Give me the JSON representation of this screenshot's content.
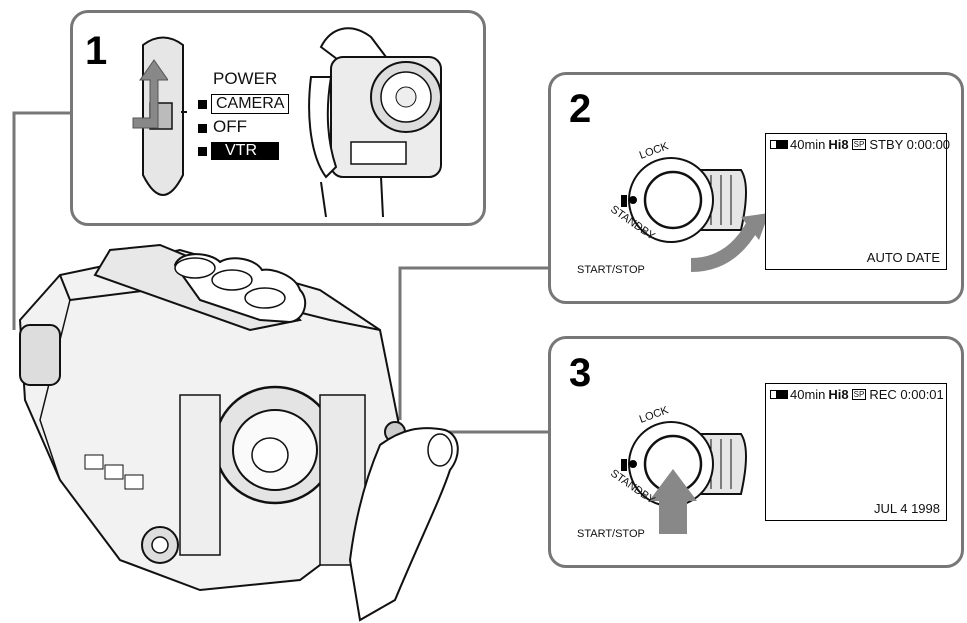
{
  "steps": {
    "step1": {
      "number": "1",
      "power_label": "POWER",
      "modes": [
        "CAMERA",
        "OFF",
        "VTR"
      ]
    },
    "step2": {
      "number": "2",
      "dial_lock": "LOCK",
      "dial_standby": "STANDBY",
      "button_label": "START/STOP",
      "lcd": {
        "tape_time": "40min",
        "format": "Hi8",
        "speed": "SP",
        "status": "STBY 0:00:00",
        "bottom": "AUTO  DATE"
      }
    },
    "step3": {
      "number": "3",
      "dial_lock": "LOCK",
      "dial_standby": "STANDBY",
      "button_label": "START/STOP",
      "lcd": {
        "tape_time": "40min",
        "format": "Hi8",
        "speed": "SP",
        "status": "REC 0:00:01",
        "bottom": "JUL  4 1998"
      }
    }
  },
  "colors": {
    "panel_border": "#777777",
    "arrow_gray": "#888888",
    "line": "#111111"
  },
  "icons": [
    "battery-icon",
    "up-arrow-icon",
    "curved-arrow-icon",
    "press-arrow-icon",
    "camcorder-illustration"
  ]
}
